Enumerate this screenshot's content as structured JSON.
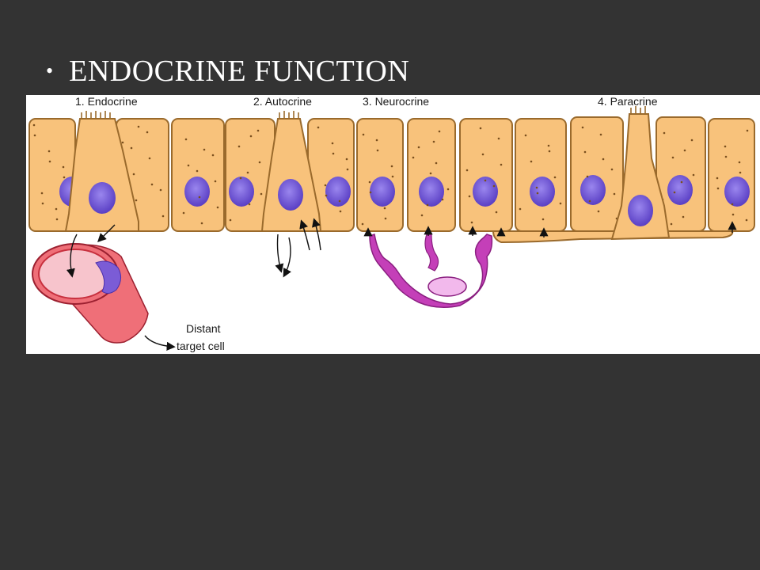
{
  "slide": {
    "bullet": "•",
    "title": "ENDOCRINE FUNCTION"
  },
  "figure": {
    "labels": {
      "endocrine": "1. Endocrine",
      "autocrine": "2. Autocrine",
      "neurocrine": "3. Neurocrine",
      "paracrine": "4. Paracrine",
      "target_line1": "Distant",
      "target_line2": "target cell"
    },
    "colors": {
      "cell_fill": "#f8c27b",
      "cell_stroke": "#9a6a2c",
      "nucleus": "#7b5cd6",
      "neuron": "#c43fb8",
      "vessel": "#ef6f78",
      "background": "#333333"
    }
  }
}
